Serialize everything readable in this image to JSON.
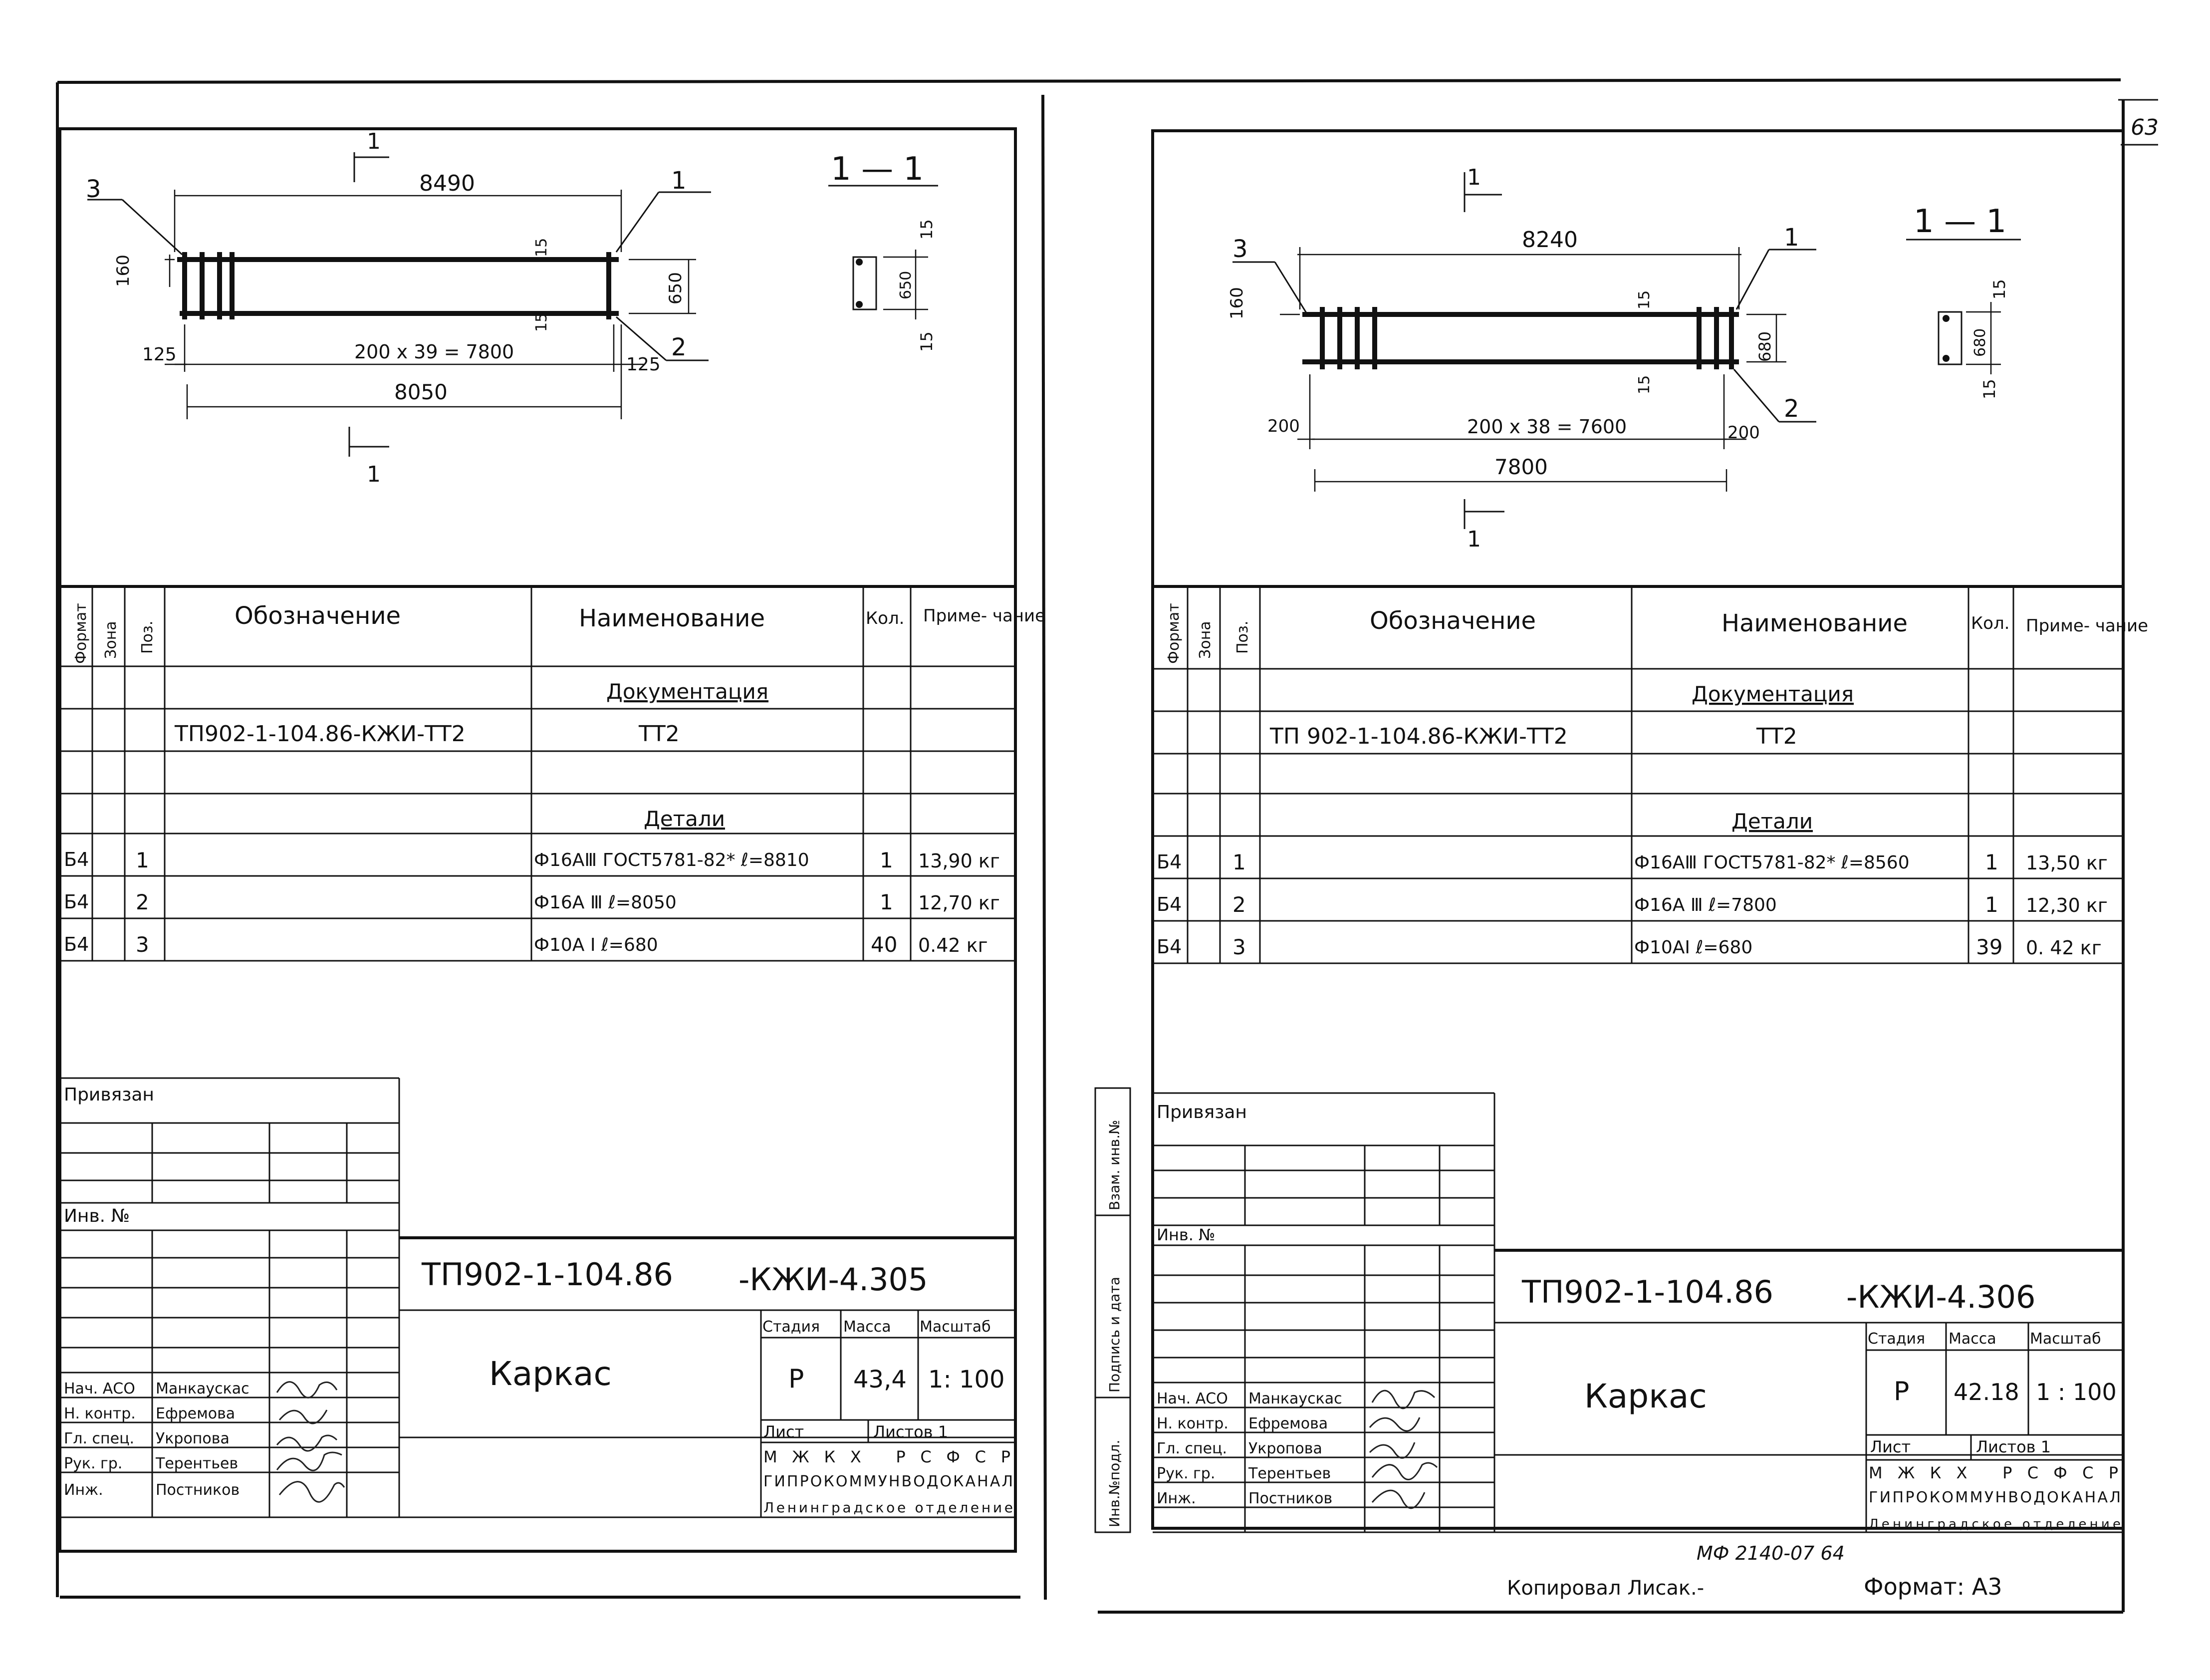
{
  "page_number": "63",
  "sheets": [
    {
      "section_top": "1",
      "section_bottom": "1",
      "section_title": "1 — 1",
      "dims": {
        "top": "8490",
        "spacing": "200 x 39 = 7800",
        "bottom": "8050",
        "end_left": "125",
        "end_right": "125",
        "height_left": "160",
        "height_right": "650",
        "cover_a": "15",
        "cover_b": "15",
        "sec_height": "650",
        "sec_cover_a": "15",
        "sec_cover_b": "15"
      },
      "callouts": {
        "a": "3",
        "b": "1",
        "c": "2"
      },
      "spec": {
        "headers": [
          "Формат",
          "Зона",
          "Поз.",
          "Обозначение",
          "Наименование",
          "Кол.",
          "Приме-\nчание"
        ],
        "section_docs": "Документация",
        "doc_row": {
          "designation": "ТП902-1-104.86-КЖИ-ТТ2",
          "name": "ТТ2"
        },
        "section_parts": "Детали",
        "rows": [
          {
            "format": "Б4",
            "pos": "1",
            "name": "Ф16АⅢ ГОСТ5781-82* ℓ=8810",
            "qty": "1",
            "note": "13,90 кг"
          },
          {
            "format": "Б4",
            "pos": "2",
            "name": "Ф16А Ⅲ ℓ=8050",
            "qty": "1",
            "note": "12,70 кг"
          },
          {
            "format": "Б4",
            "pos": "3",
            "name": "Ф10А Ⅰ ℓ=680",
            "qty": "40",
            "note": "0.42 кг"
          }
        ]
      },
      "title_block": {
        "bound_label": "Привязан",
        "inv_label": "Инв. №",
        "doc_code": "ТП902-1-104.86",
        "doc_suffix": "-КЖИ-4.305",
        "title": "Каркас",
        "stage_h": "Стадия",
        "mass_h": "Масса",
        "scale_h": "Масштаб",
        "stage": "Р",
        "mass": "43,4",
        "scale": "1: 100",
        "sheet_h": "Лист",
        "sheets_h": "Листов 1",
        "org1": "МЖКХ РСФСР",
        "org2": "ГИПРОКОММУНВОДОКАНАЛ",
        "org3": "Ленинградское отделение",
        "people": [
          {
            "role": "Нач. АСО",
            "name": "Манкаускас"
          },
          {
            "role": "Н. контр.",
            "name": "Ефремова"
          },
          {
            "role": "Гл. спец.",
            "name": "Укропова"
          },
          {
            "role": "Рук. гр.",
            "name": "Терентьев"
          },
          {
            "role": "Инж.",
            "name": "Постников"
          }
        ]
      }
    },
    {
      "section_top": "1",
      "section_bottom": "1",
      "section_title": "1 — 1",
      "dims": {
        "top": "8240",
        "spacing": "200 x 38 = 7600",
        "bottom": "7800",
        "end_left": "200",
        "end_right": "200",
        "height_left": "160",
        "height_right": "680",
        "cover_a": "15",
        "cover_b": "15",
        "sec_height": "680",
        "sec_cover_a": "15",
        "sec_cover_b": "15"
      },
      "callouts": {
        "a": "3",
        "b": "1",
        "c": "2"
      },
      "spec": {
        "headers": [
          "Формат",
          "Зона",
          "Поз.",
          "Обозначение",
          "Наименование",
          "Кол.",
          "Приме-\nчание"
        ],
        "section_docs": "Документация",
        "doc_row": {
          "designation": "ТП 902-1-104.86-КЖИ-ТТ2",
          "name": "ТТ2"
        },
        "section_parts": "Детали",
        "rows": [
          {
            "format": "Б4",
            "pos": "1",
            "name": "Ф16АⅢ ГОСТ5781-82* ℓ=8560",
            "qty": "1",
            "note": "13,50 кг"
          },
          {
            "format": "Б4",
            "pos": "2",
            "name": "Ф16А Ⅲ ℓ=7800",
            "qty": "1",
            "note": "12,30 кг"
          },
          {
            "format": "Б4",
            "pos": "3",
            "name": "Ф10АⅠ ℓ=680",
            "qty": "39",
            "note": "0. 42 кг"
          }
        ]
      },
      "title_block": {
        "bound_label": "Привязан",
        "inv_label": "Инв. №",
        "side_labels": [
          "Инв.№подл.",
          "Подпись и дата",
          "Взам. инв.№"
        ],
        "doc_code": "ТП902-1-104.86",
        "doc_suffix": "-КЖИ-4.306",
        "title": "Каркас",
        "stage_h": "Стадия",
        "mass_h": "Масса",
        "scale_h": "Масштаб",
        "stage": "Р",
        "mass": "42.18",
        "scale": "1 : 100",
        "sheet_h": "Лист",
        "sheets_h": "Листов 1",
        "org1": "МЖКХ РСФСР",
        "org2": "ГИПРОКОММУНВОДОКАНАЛ",
        "org3": "Ленинградское отделение",
        "people": [
          {
            "role": "Нач. АСО",
            "name": "Манкаускас"
          },
          {
            "role": "Н. контр.",
            "name": "Ефремова"
          },
          {
            "role": "Гл. спец.",
            "name": "Укропова"
          },
          {
            "role": "Рук. гр.",
            "name": "Терентьев"
          },
          {
            "role": "Инж.",
            "name": "Постников"
          }
        ]
      }
    }
  ],
  "footer": {
    "stamp": "МФ 2140-07 64",
    "copied": "Копировал Лисак.-",
    "format": "Формат: А3"
  }
}
